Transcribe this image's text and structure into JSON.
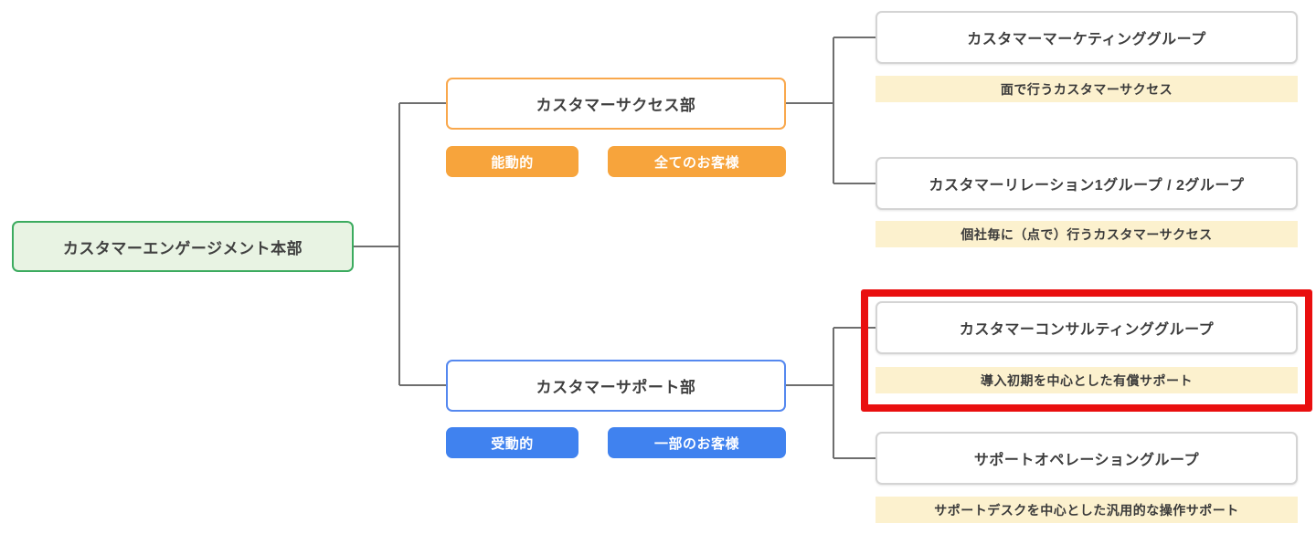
{
  "org_chart": {
    "root": {
      "label": "カスタマーエンゲージメント本部"
    },
    "departments": [
      {
        "label": "カスタマーサクセス部",
        "badges": [
          "能動的",
          "全てのお客様"
        ],
        "groups": [
          {
            "label": "カスタマーマーケティンググループ",
            "caption": "面で行うカスタマーサクセス",
            "highlighted": false
          },
          {
            "label": "カスタマーリレーション1グループ / 2グループ",
            "caption": "個社毎に（点で）行うカスタマーサクセス",
            "highlighted": false
          }
        ]
      },
      {
        "label": "カスタマーサポート部",
        "badges": [
          "受動的",
          "一部のお客様"
        ],
        "groups": [
          {
            "label": "カスタマーコンサルティンググループ",
            "caption": "導入初期を中心とした有償サポート",
            "highlighted": true
          },
          {
            "label": "サポートオペレーショングループ",
            "caption": "サポートデスクを中心とした汎用的な操作サポート",
            "highlighted": false
          }
        ]
      }
    ],
    "colors": {
      "root_border": "#3cab5f",
      "root_bg": "#e8f3e3",
      "success_accent": "#f7a43c",
      "support_accent": "#4082ef",
      "caption_bg": "#fcf1ce",
      "highlight_border": "#e90f0f",
      "connector": "#6e6e6e"
    }
  }
}
